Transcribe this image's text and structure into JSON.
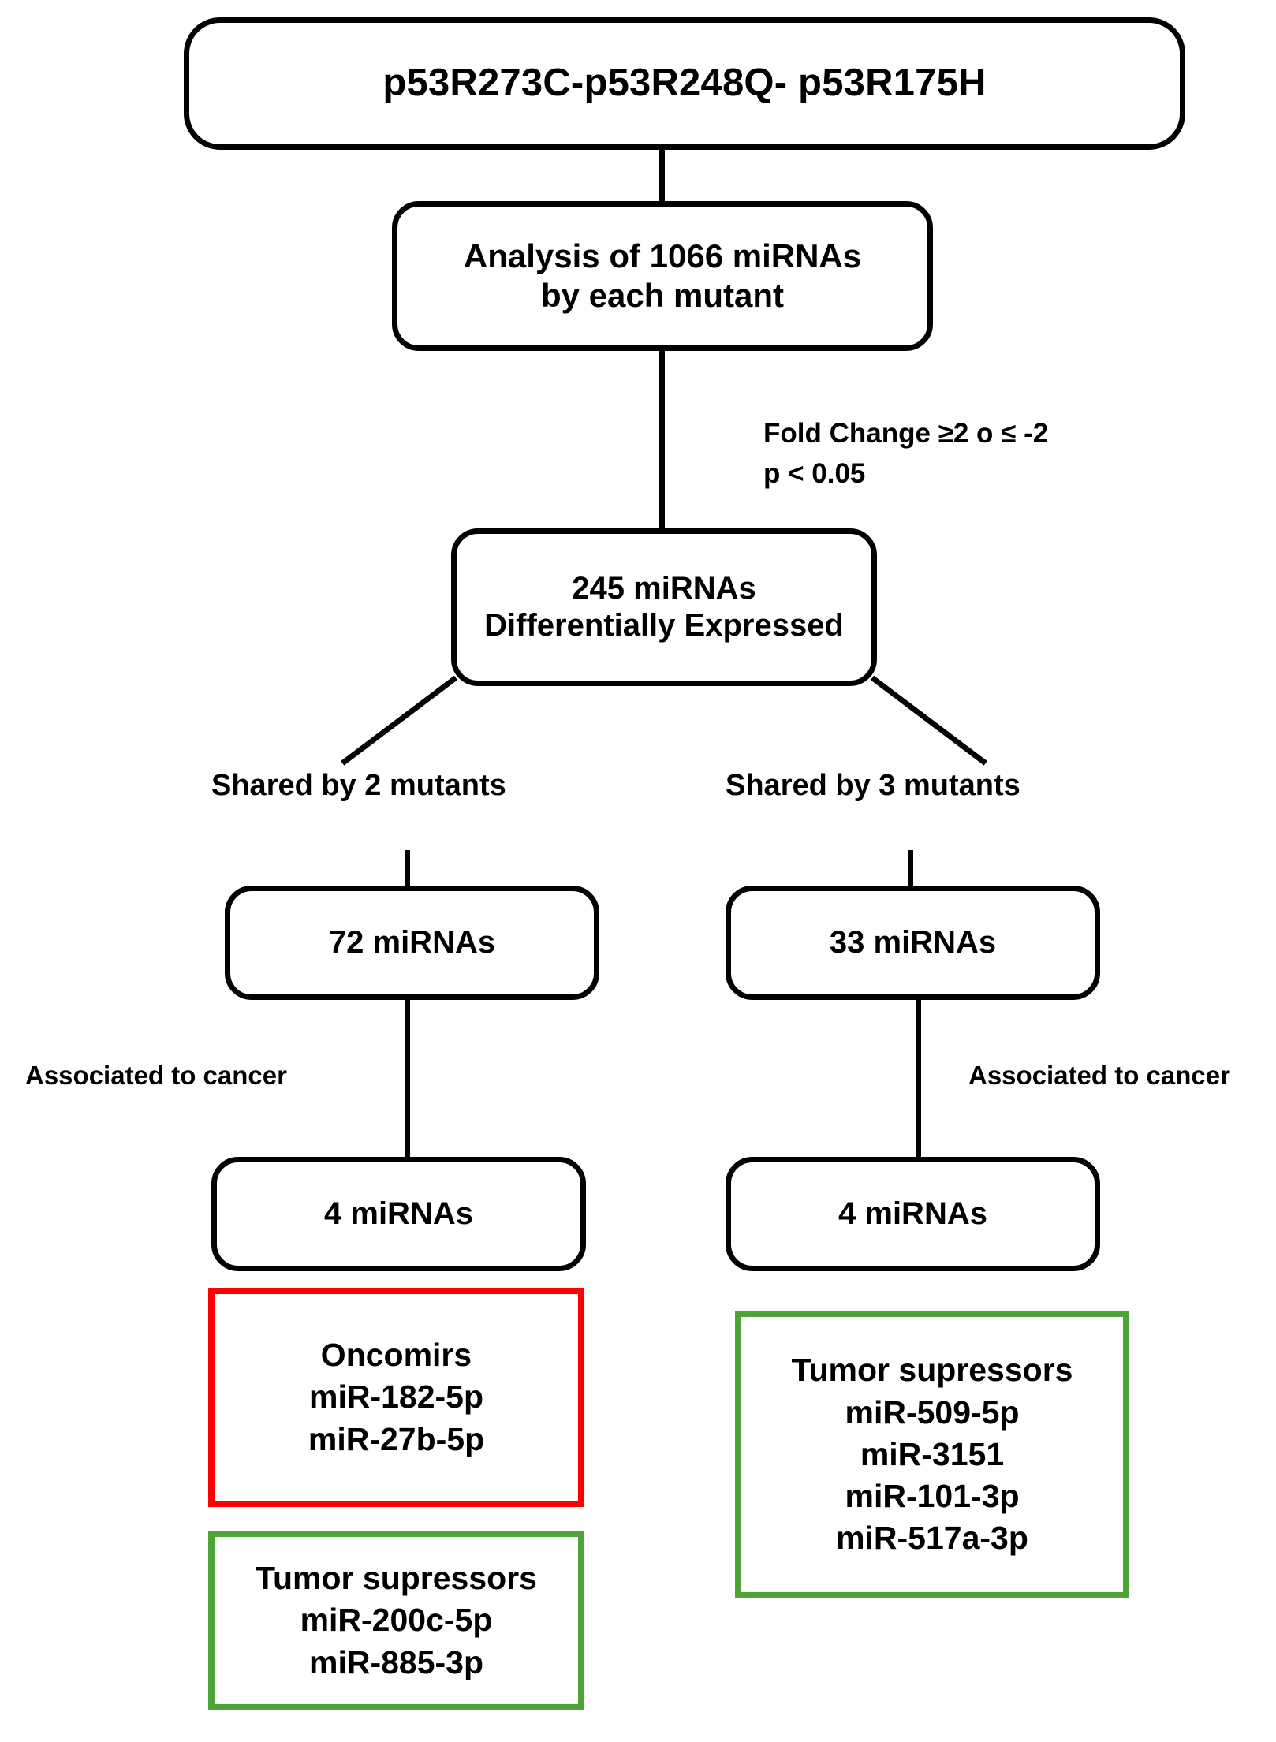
{
  "diagram": {
    "title_node": {
      "text": "p53R273C-p53R248Q- p53R175H"
    },
    "analysis_node": {
      "line1": "Analysis of 1066 miRNAs",
      "line2": "by each mutant"
    },
    "criteria_label": {
      "line1": "Fold  Change ≥2 o ≤ -2",
      "line2": "p < 0.05"
    },
    "de_node": {
      "line1": "245 miRNAs",
      "line2": "Differentially Expressed"
    },
    "branches": {
      "left": {
        "shared_label": "Shared by 2 mutants",
        "count_node": "72 miRNAs",
        "assoc_label": "Associated  to cancer",
        "final_node": "4 miRNAs",
        "result_boxes": [
          {
            "kind": "oncomirs",
            "color": "#FF0000",
            "heading": "Oncomirs",
            "mirnas": [
              "miR-182-5p",
              "miR-27b-5p"
            ]
          },
          {
            "kind": "tumor-suppressors",
            "color": "#4CA336",
            "heading": "Tumor supressors",
            "mirnas": [
              "miR-200c-5p",
              "miR-885-3p"
            ]
          }
        ]
      },
      "right": {
        "shared_label": "Shared by 3 mutants",
        "count_node": "33 miRNAs",
        "assoc_label": "Associated to cancer",
        "final_node": "4 miRNAs",
        "result_boxes": [
          {
            "kind": "tumor-suppressors",
            "color": "#4CA336",
            "heading": "Tumor supressors",
            "mirnas": [
              "miR-509-5p",
              "miR-3151",
              "miR-101-3p",
              "miR-517a-3p"
            ]
          }
        ]
      }
    }
  }
}
